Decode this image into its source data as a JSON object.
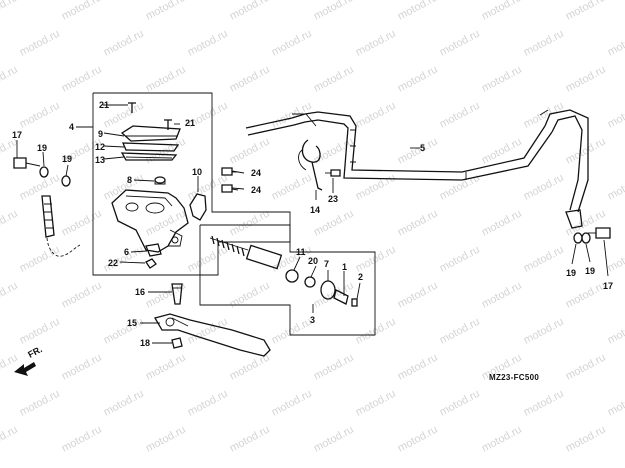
{
  "watermark_text": "motod.ru",
  "diagram_code": "MZ23-FC500",
  "direction_label": "FR.",
  "callouts": {
    "c1": "1",
    "c2": "2",
    "c3": "3",
    "c4": "4",
    "c5": "5",
    "c6": "6",
    "c7": "7",
    "c8": "8",
    "c9": "9",
    "c10": "10",
    "c11": "11",
    "c12": "12",
    "c13": "13",
    "c14": "14",
    "c15": "15",
    "c16": "16",
    "c17a": "17",
    "c17b": "17",
    "c18": "18",
    "c19a": "19",
    "c19b": "19",
    "c19c": "19",
    "c19d": "19",
    "c20": "20",
    "c21a": "21",
    "c21b": "21",
    "c22": "22",
    "c23": "23",
    "c24a": "24",
    "c24b": "24"
  }
}
